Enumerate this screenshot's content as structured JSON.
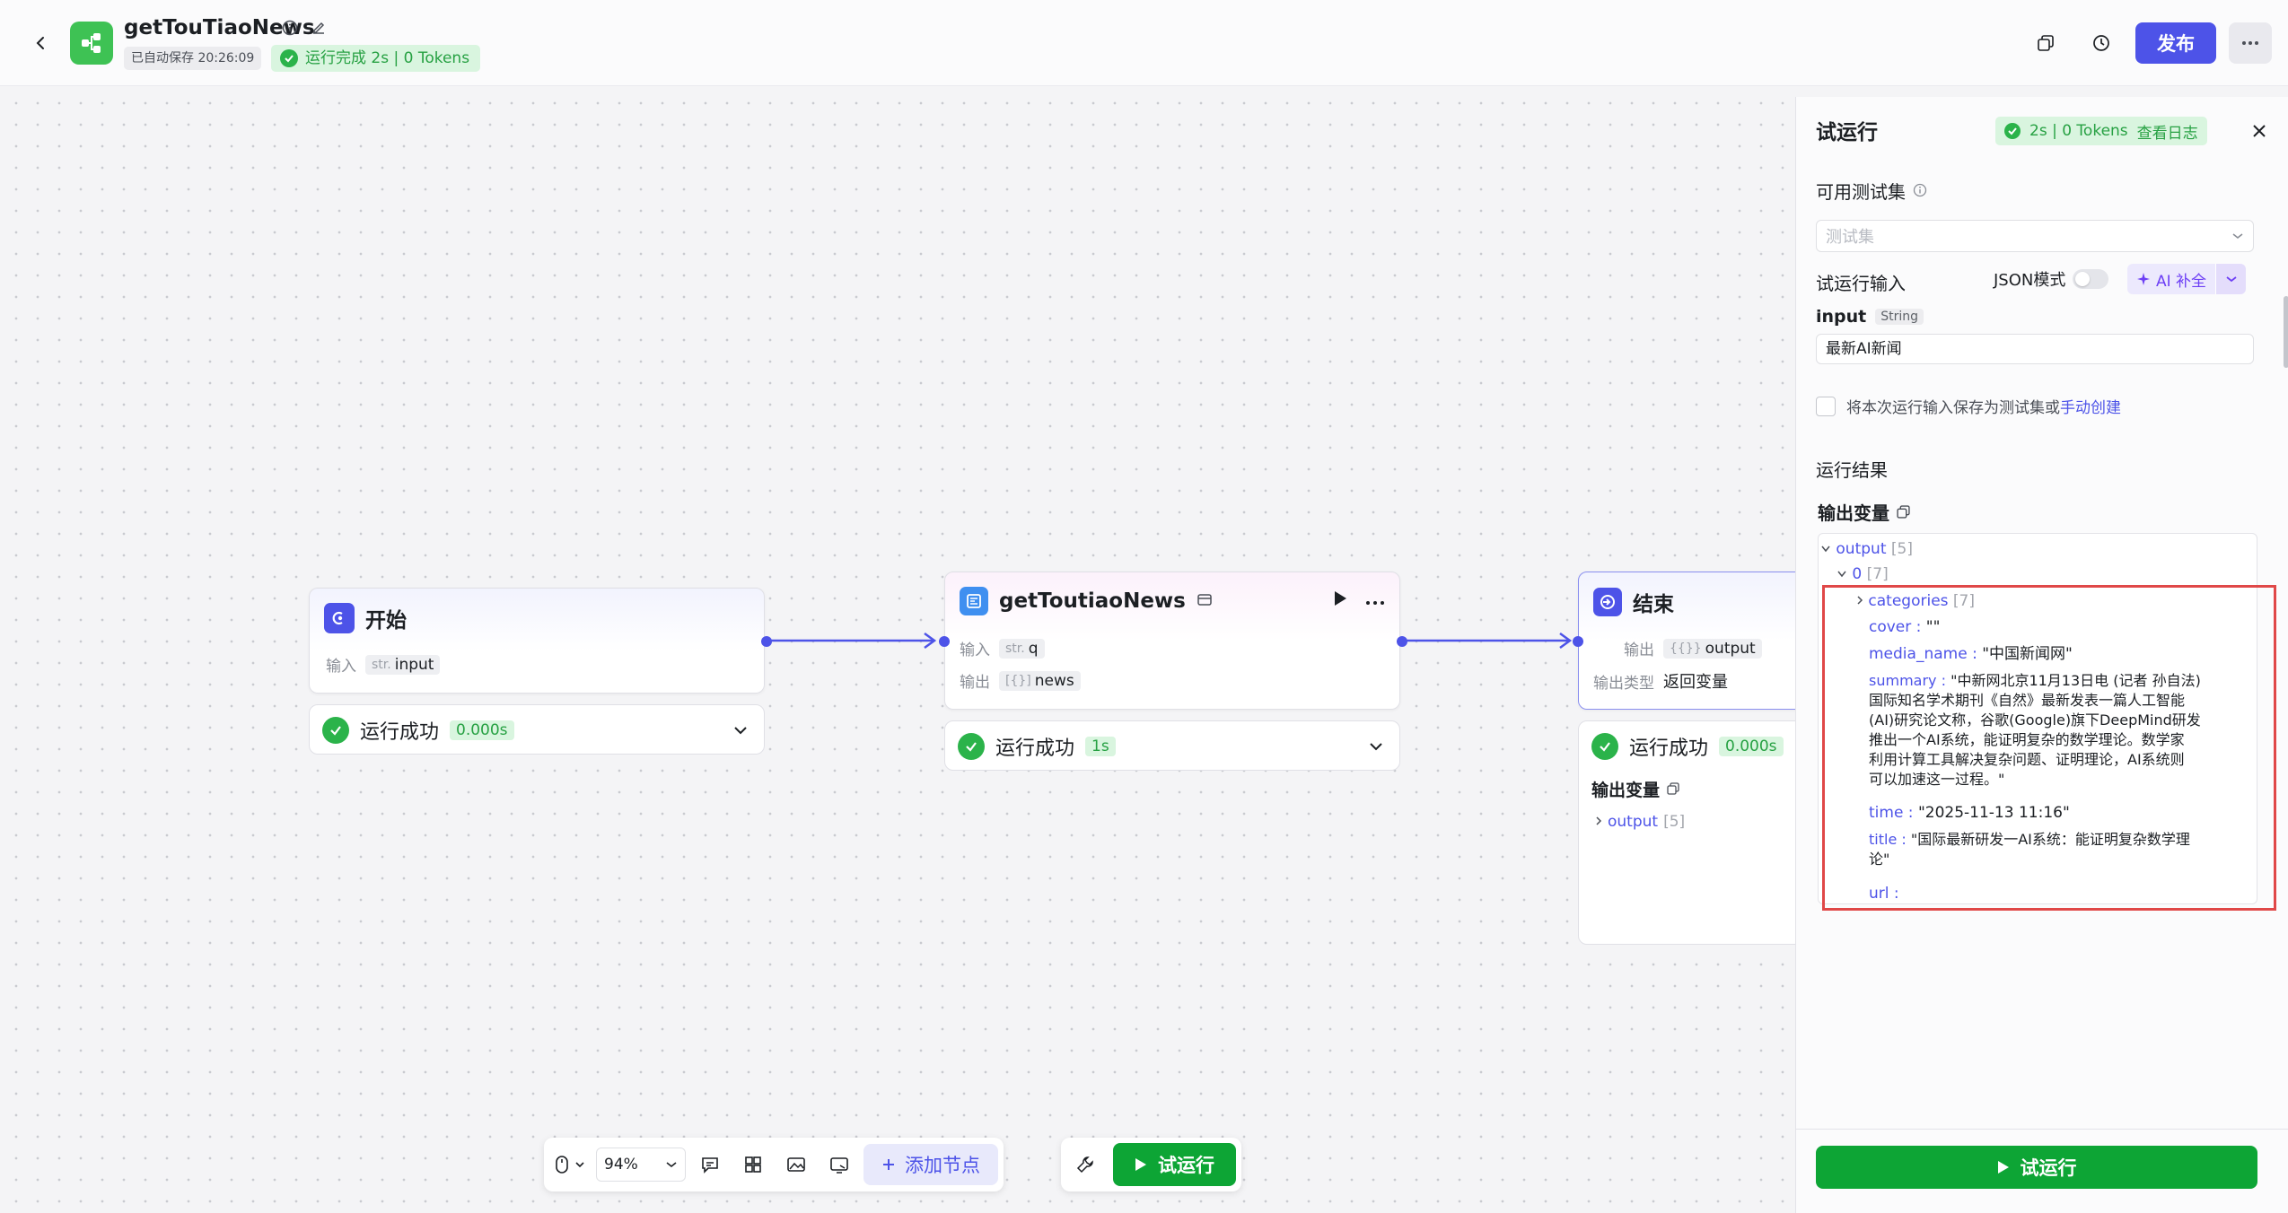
{
  "header": {
    "title": "getTouTiaoNews",
    "autosave": "已自动保存 20:26:09",
    "run_status": "运行完成 2s | 0 Tokens",
    "publish_label": "发布",
    "accent": "#4d53e8"
  },
  "nodes": {
    "start": {
      "title": "开始",
      "input_label": "输入",
      "input_type": "str.",
      "input_name": "input",
      "status": "运行成功",
      "time": "0.000s"
    },
    "news": {
      "title": "getToutiaoNews",
      "input_label": "输入",
      "input_type": "str.",
      "input_name": "q",
      "output_label": "输出",
      "output_type": "[{}]",
      "output_name": "news",
      "status": "运行成功",
      "time": "1s"
    },
    "end": {
      "title": "结束",
      "output_label": "输出",
      "output_type": "{{}}",
      "output_name": "output",
      "output_kind_label": "输出类型",
      "output_kind": "返回变量",
      "status": "运行成功",
      "time": "0.000s",
      "vars_label": "输出变量",
      "var_name": "output",
      "var_count": "[5]"
    }
  },
  "toolbar": {
    "zoom": "94%",
    "add_node": "添加节点",
    "trial_run": "试运行"
  },
  "panel": {
    "title": "试运行",
    "stats": "2s | 0 Tokens",
    "view_log": "查看日志",
    "testset_label": "可用测试集",
    "testset_placeholder": "测试集",
    "trial_input_label": "试运行输入",
    "json_mode": "JSON模式",
    "ai_fill": "AI 补全",
    "input_name": "input",
    "input_type": "String",
    "input_value": "最新AI新闻",
    "save_text": "将本次运行输入保存为测试集或",
    "save_link": "手动创建",
    "result_title": "运行结果",
    "output_vars": "输出变量",
    "run_button": "试运行"
  },
  "result_tree": {
    "root_key": "output",
    "root_count": "[5]",
    "item_key": "0",
    "item_count": "[7]",
    "categories_key": "categories",
    "categories_count": "[7]",
    "cover_key": "cover :",
    "cover_val": "\"\"",
    "media_key": "media_name :",
    "media_val": "\"中国新闻网\"",
    "summary_key": "summary :",
    "summary_line1": "\"中新网北京11月13日电 (记者 孙自法)",
    "summary_line2": "国际知名学术期刊《自然》最新发表一篇人工智能",
    "summary_line3": "(AI)研究论文称，谷歌(Google)旗下DeepMind研发",
    "summary_line4": "推出一个AI系统，能证明复杂的数学理论。数学家",
    "summary_line5": "利用计算工具解决复杂问题、证明理论，AI系统则",
    "summary_line6": "可以加速这一过程。\"",
    "time_key": "time :",
    "time_val": "\"2025-11-13 11:16\"",
    "title_key": "title :",
    "title_line1": "\"国际最新研发一AI系统：能证明复杂数学理",
    "title_line2": "论\"",
    "url_key": "url :"
  }
}
